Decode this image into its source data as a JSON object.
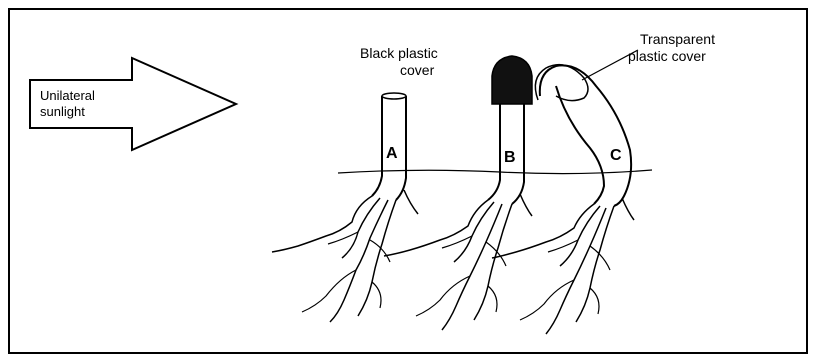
{
  "figure": {
    "arrow_label_line1": "Unilateral",
    "arrow_label_line2": "sunlight",
    "black_cover_line1": "Black plastic",
    "black_cover_line2": "cover",
    "transparent_cover_line1": "Transparent",
    "transparent_cover_line2": "plastic cover",
    "seedling_a": "A",
    "seedling_b": "B",
    "seedling_c": "C"
  },
  "colors": {
    "stroke": "#000000",
    "background": "#ffffff",
    "black_cover_fill": "#111111"
  }
}
